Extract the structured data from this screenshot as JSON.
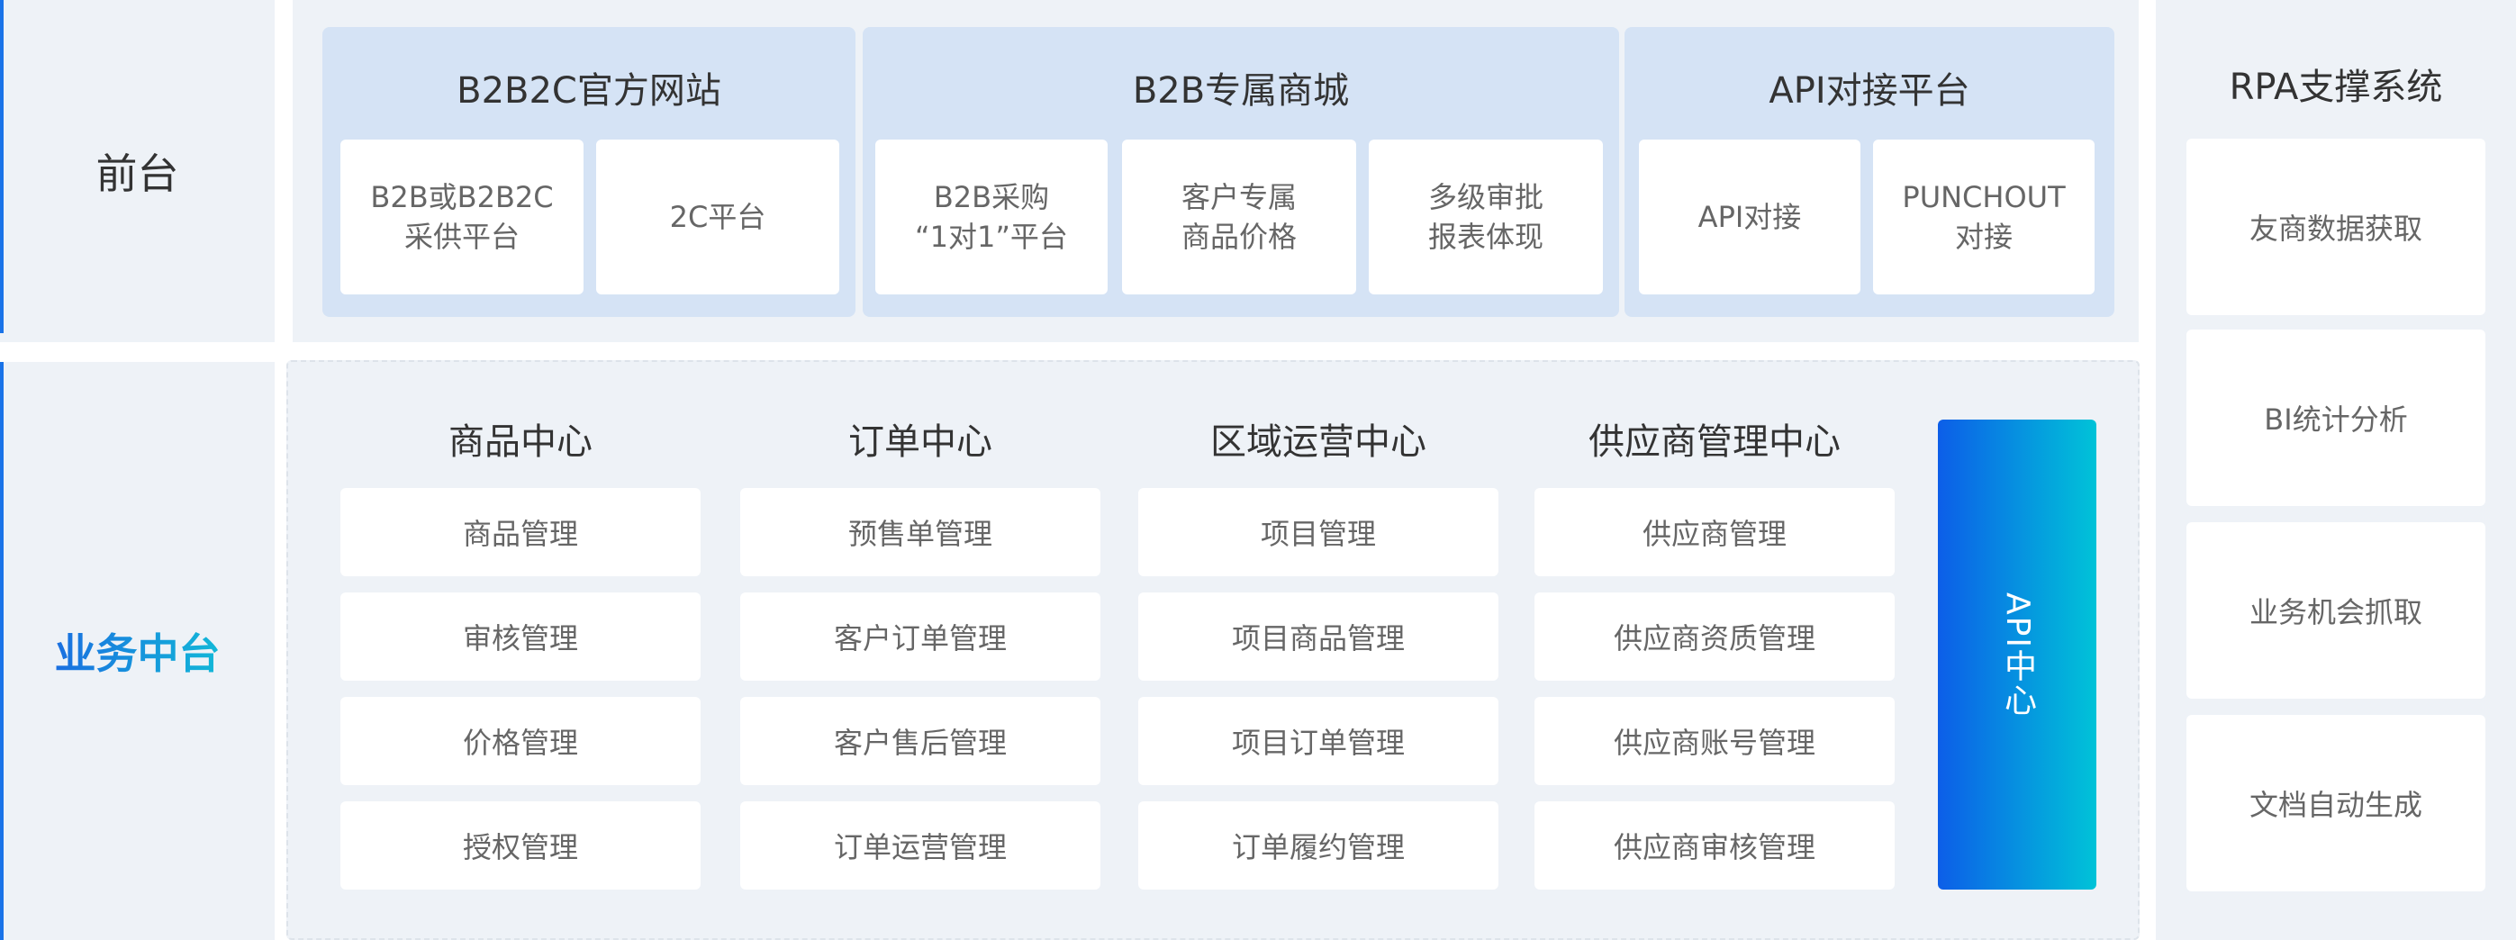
{
  "layers": {
    "front_label": "前台",
    "middle_label": "业务中台"
  },
  "front_groups": [
    {
      "title": "B2B2C官方网站",
      "cards": [
        "B2B或B2B2C\n采供平台",
        "2C平台"
      ]
    },
    {
      "title": "B2B专属商城",
      "cards": [
        "B2B采购\n“1对1”平台",
        "客户专属\n商品价格",
        "多级审批\n报表体现"
      ]
    },
    {
      "title": "API对接平台",
      "cards": [
        "API对接",
        "PUNCHOUT\n对接"
      ]
    }
  ],
  "centers": [
    {
      "title": "商品中心",
      "items": [
        "商品管理",
        "审核管理",
        "价格管理",
        "授权管理"
      ]
    },
    {
      "title": "订单中心",
      "items": [
        "预售单管理",
        "客户订单管理",
        "客户售后管理",
        "订单运营管理"
      ]
    },
    {
      "title": "区域运营中心",
      "items": [
        "项目管理",
        "项目商品管理",
        "项目订单管理",
        "订单履约管理"
      ]
    },
    {
      "title": "供应商管理中心",
      "items": [
        "供应商管理",
        "供应商资质管理",
        "供应商账号管理",
        "供应商审核管理"
      ]
    }
  ],
  "api_center": "API中心",
  "rpa": {
    "title": "RPA支撑系统",
    "items": [
      "友商数据获取",
      "BI统计分析",
      "业务机会抓取",
      "文档自动生成"
    ]
  },
  "colors": {
    "accent_blue": "#1a73e8",
    "panel_bg": "#eef2f7",
    "group_bg": "#d5e3f5",
    "api_gradient_start": "#0c5ee8",
    "api_gradient_end": "#00c3d8"
  }
}
